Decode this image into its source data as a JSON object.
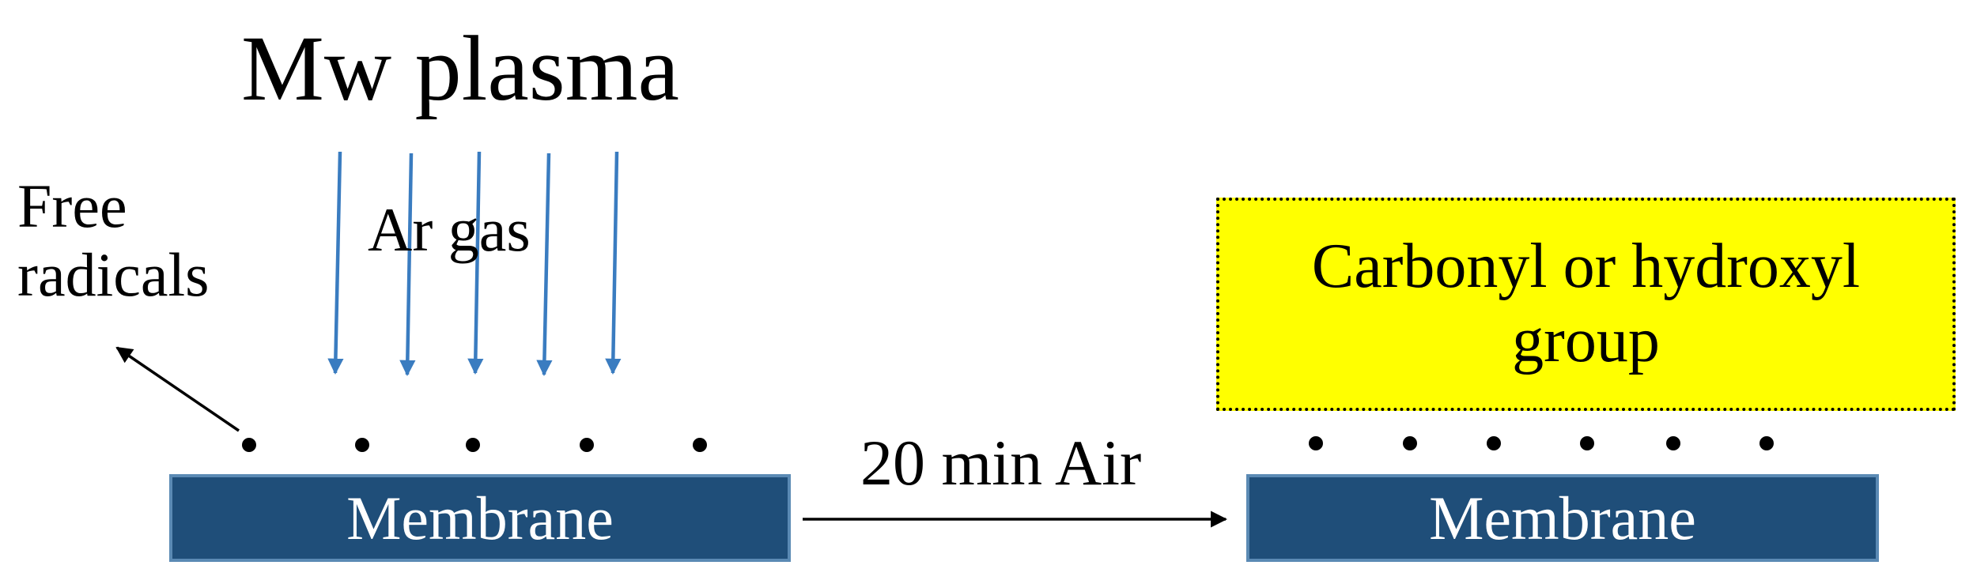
{
  "title": "Mw plasma",
  "gas_label": "Ar gas",
  "radicals_label": "Free radicals",
  "step_label": "20 min Air",
  "membrane_left_label": "Membrane",
  "membrane_right_label": "Membrane",
  "product_label": "Carbonyl or hydroxyl group",
  "colors": {
    "membrane_fill": "#1f4e79",
    "gas_arrow": "#3a7cc0",
    "product_fill": "#ffff00"
  }
}
